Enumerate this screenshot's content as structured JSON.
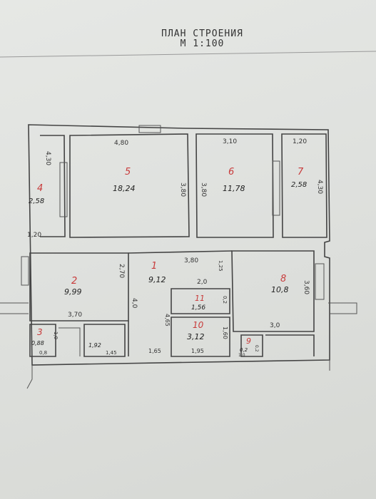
{
  "header": {
    "title": "ПЛАН СТРОЕНИЯ",
    "scale": "М 1:100"
  },
  "rooms": [
    {
      "number": "1",
      "area": "9,12"
    },
    {
      "number": "2",
      "area": "9,99"
    },
    {
      "number": "3",
      "area": "0,88"
    },
    {
      "number": "4",
      "area": "2,58"
    },
    {
      "number": "5",
      "area": "18,24"
    },
    {
      "number": "6",
      "area": "11,78"
    },
    {
      "number": "7",
      "area": "2,58"
    },
    {
      "number": "8",
      "area": "10,8"
    },
    {
      "number": "9",
      "area": "0,2"
    },
    {
      "number": "10",
      "area": "3,12"
    },
    {
      "number": "11",
      "area": "1,56"
    }
  ],
  "unnumbered_areas": [
    "1,92"
  ],
  "dimensions": {
    "d_4_80": "4,80",
    "d_3_10": "3,10",
    "d_1_20_top": "1,20",
    "d_4_30_left": "4,30",
    "d_4_30_right": "4,30",
    "d_3_80_a": "3,80",
    "d_3_80_b": "3,80",
    "d_3_80_c": "3,80",
    "d_1_20_left": "1,20",
    "d_1_25": "1,25",
    "d_2_70": "2,70",
    "d_3_70": "3,70",
    "d_4_0": "4,0",
    "d_2_0": "2,0",
    "d_0_8": "0,8",
    "d_1_0": "1,0",
    "d_1_45": "1,45",
    "d_1_65": "1,65",
    "d_4_65": "4,65",
    "d_0_2": "0,2",
    "d_1_60": "1,60",
    "d_1_95": "1,95",
    "d_3_60": "3,60",
    "d_3_0": "3,0",
    "d_1_0_b": "1,0",
    "d_0_2_b": "0,2"
  }
}
